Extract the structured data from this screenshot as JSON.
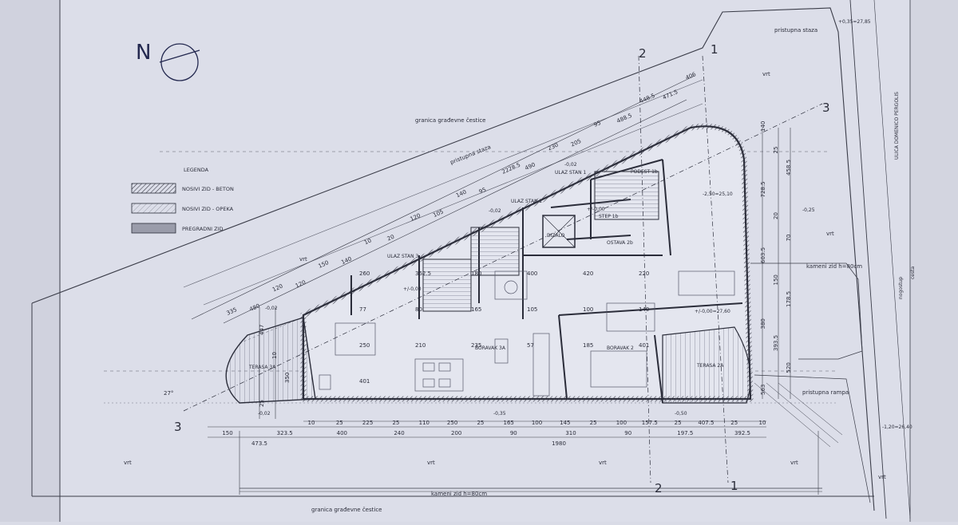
{
  "legend": {
    "title": "LEGENDA",
    "items": [
      {
        "label": "NOSIVI ZID - BETON",
        "pattern": "hatch-dense"
      },
      {
        "label": "NOSIVI ZID - OPEKA",
        "pattern": "hatch-light"
      },
      {
        "label": "PREGRADNI ZID",
        "pattern": "solid"
      }
    ]
  },
  "north_mark": "N",
  "labels": {
    "pristupna_staza_top": "pristupna staza",
    "pristupna_staza_inner": "pristupna staza",
    "granica_top": "granica građevne čestice",
    "granica_bottom": "granica građevne čestice",
    "street": "ULICA DOMENICO PERGOLIS",
    "kameni_zid_right": "kameni zid h=80cm",
    "kameni_zid_bottom": "kameni zid h=80cm",
    "pristupna_rampa": "pristupna rampa",
    "nogostup": "nogostup",
    "cesta": "cesta",
    "vrt": [
      "vrt",
      "vrt",
      "vrt",
      "vrt",
      "vrt",
      "vrt",
      "vrt",
      "vrt"
    ],
    "ulaz_stan_1": "ULAZ STAN 1",
    "ulaz_stan_2": "ULAZ STAN 2",
    "ulaz_stan_3": "ULAZ STAN 3",
    "podest": "PODEST 1b",
    "step": "STEP 1b",
    "ostava": "OSTAVA 2b",
    "dizalo": "DIZALO",
    "boravak_3a": "BORAVAK 3A",
    "boravak_2": "BORAVAK 2",
    "terasa_3a": "TERASA 3A",
    "terasa_2a": "TERASA 2A"
  },
  "section_marks": [
    "1",
    "2",
    "3",
    "3",
    "2",
    "1"
  ],
  "levels": [
    "+0,35=27,85",
    "-2,50=25,10",
    "-0,25",
    "+/-0,00=27,60",
    "-1,20=26,40",
    "-0,02",
    "-0,02",
    "-0,02",
    "-0,35",
    "-0,50",
    "+/-0,00",
    "+/-0,00",
    "-0,02"
  ],
  "angle": "27°",
  "dimensions": {
    "bottom_row1": [
      "10",
      "25",
      "225",
      "25",
      "110",
      "250",
      "25",
      "165",
      "100",
      "145",
      "25",
      "100",
      "157.5",
      "25",
      "407.5",
      "25",
      "10"
    ],
    "bottom_row2": [
      "150",
      "323.5",
      "400",
      "240",
      "200",
      "90",
      "310",
      "90",
      "197.5",
      "392.5"
    ],
    "bottom_row3": [
      "473.5",
      "1980"
    ],
    "right": [
      "140",
      "25",
      "458.5",
      "728.5",
      "20",
      "70",
      "603.5",
      "150",
      "178.5",
      "380",
      "393.5",
      "520",
      "563"
    ],
    "top": [
      "335",
      "480",
      "120",
      "120",
      "150",
      "140",
      "10",
      "20",
      "120",
      "105",
      "140",
      "95",
      "2228.5",
      "490",
      "230",
      "205",
      "95",
      "488.5",
      "448.5",
      "471.5",
      "406"
    ],
    "left": [
      "447",
      "10",
      "350",
      "25"
    ],
    "other": [
      "260",
      "362.5",
      "180",
      "400",
      "420",
      "220",
      "77",
      "80",
      "165",
      "105",
      "100",
      "140",
      "250",
      "210",
      "235",
      "57",
      "185",
      "401",
      "401"
    ]
  }
}
